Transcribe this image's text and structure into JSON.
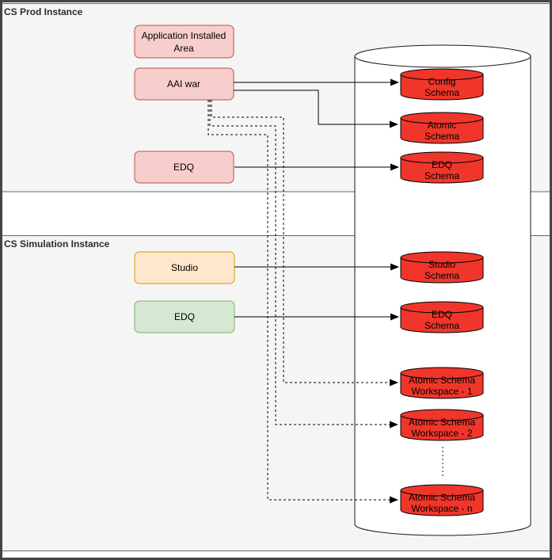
{
  "containers": {
    "prod": {
      "title": "CS Prod Instance"
    },
    "sim": {
      "title": "CS Simulation Instance"
    }
  },
  "nodes": {
    "app_area": {
      "line1": "Application Installed",
      "line2": "Area"
    },
    "aai_war": {
      "label": "AAI war"
    },
    "edq_prod": {
      "label": "EDQ"
    },
    "studio": {
      "label": "Studio"
    },
    "edq_sim": {
      "label": "EDQ"
    }
  },
  "schemas": {
    "config": {
      "line1": "Config",
      "line2": "Schema"
    },
    "atomic": {
      "line1": "Atomic",
      "line2": "Schema"
    },
    "edq_prod": {
      "line1": "EDQ",
      "line2": "Schema"
    },
    "studio": {
      "line1": "Studio",
      "line2": "Schema"
    },
    "edq_sim": {
      "line1": "EDQ",
      "line2": "Schema"
    },
    "ws1": {
      "line1": "Atomic Schema",
      "line2": "Workspace - 1"
    },
    "ws2": {
      "line1": "Atomic Schema",
      "line2": "Workspace - 2"
    },
    "wsn": {
      "line1": "Atomic Schema",
      "line2": "Workspace - n"
    }
  },
  "edges": [
    {
      "from": "AAI war",
      "to": "Config Schema",
      "style": "solid"
    },
    {
      "from": "AAI war",
      "to": "Atomic Schema",
      "style": "solid"
    },
    {
      "from": "EDQ (Prod)",
      "to": "EDQ Schema (Prod)",
      "style": "solid"
    },
    {
      "from": "Studio",
      "to": "Studio Schema",
      "style": "solid"
    },
    {
      "from": "EDQ (Simulation)",
      "to": "EDQ Schema (Simulation)",
      "style": "solid"
    },
    {
      "from": "AAI war",
      "to": "Atomic Schema Workspace - 1",
      "style": "dashed"
    },
    {
      "from": "AAI war",
      "to": "Atomic Schema Workspace - 2",
      "style": "dashed"
    },
    {
      "from": "AAI war",
      "to": "Atomic Schema Workspace - n",
      "style": "dashed"
    }
  ],
  "colors": {
    "container_fill": "#F5F5F5",
    "container_stroke": "#666666",
    "pink_fill": "#F8CECC",
    "pink_stroke": "#B85450",
    "orange_fill": "#FFE6CC",
    "orange_stroke": "#D79B00",
    "green_fill": "#D5E8D4",
    "green_stroke": "#82B366",
    "schema_fill": "#F0362B",
    "schema_stroke": "#000000",
    "edge_color": "#000000",
    "frame_color": "#444444"
  }
}
